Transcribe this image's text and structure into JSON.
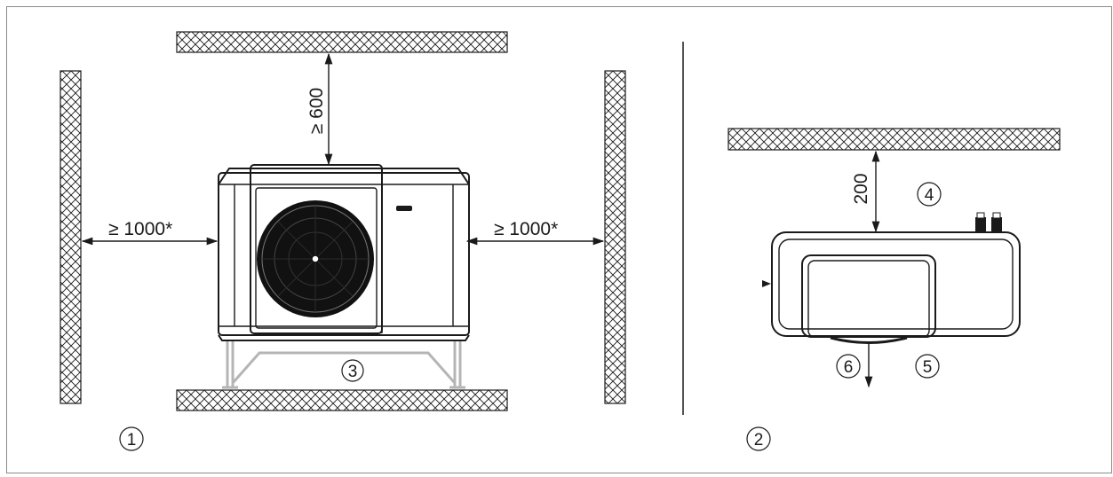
{
  "dimensions": {
    "top_clearance": "≥ 600",
    "left_clearance": "≥ 1000*",
    "right_clearance": "≥ 1000*",
    "rear_clearance": "200"
  },
  "callouts": [
    "1",
    "2",
    "3",
    "4",
    "5",
    "6"
  ],
  "colors": {
    "line": "#1a1a1a",
    "stand": "#b5b5b5",
    "frame": "#8a8a8a"
  }
}
